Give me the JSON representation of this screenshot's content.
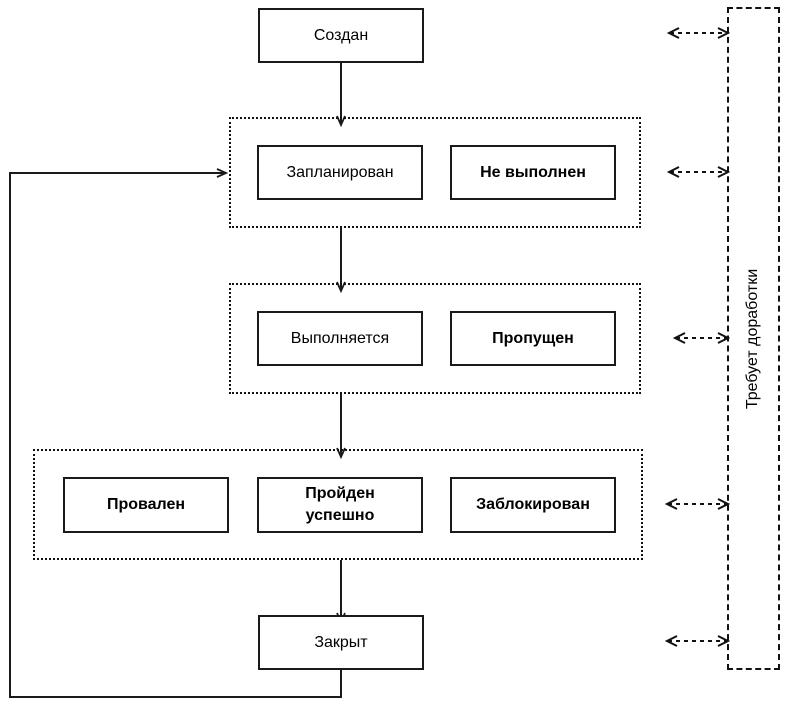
{
  "diagram": {
    "title": "Test case status workflow",
    "stroke_color": "#1a1a1a",
    "background": "#ffffff",
    "nodes": {
      "created": {
        "label": "Создан",
        "bold": false
      },
      "planned": {
        "label": "Запланирован",
        "bold": false
      },
      "not_executed": {
        "label": "Не выполнен",
        "bold": true
      },
      "in_progress": {
        "label": "Выполняется",
        "bold": false
      },
      "skipped": {
        "label": "Пропущен",
        "bold": true
      },
      "failed": {
        "label": "Провален",
        "bold": true
      },
      "passed": {
        "label": "Пройден успешно",
        "bold": true
      },
      "blocked": {
        "label": "Заблокирован",
        "bold": true
      },
      "closed": {
        "label": "Закрыт",
        "bold": false
      }
    },
    "side_panel": {
      "label": "Требует доработки",
      "rotation": "-90deg"
    },
    "groups": [
      {
        "name": "group-planned",
        "members": [
          "Запланирован",
          "Не выполнен"
        ]
      },
      {
        "name": "group-in-progress",
        "members": [
          "Выполняется",
          "Пропущен"
        ]
      },
      {
        "name": "group-results",
        "members": [
          "Провален",
          "Пройден успешно",
          "Заблокирован"
        ]
      }
    ],
    "connectors": {
      "created_to_planned": "Создан → Запланирован",
      "planned_to_in_progress": "Запланирован → Выполняется",
      "in_progress_to_results": "Выполняется → Результат",
      "results_to_closed": "Результат → Закрыт",
      "closed_feedback": "Закрыт → Запланирован",
      "rework_links": [
        "Создан ↔ Требует доработки",
        "Запланирован ↔ Требует доработки",
        "Выполняется ↔ Требует доработки",
        "Результат ↔ Требует доработки",
        "Закрыт ↔ Требует доработки"
      ]
    }
  }
}
